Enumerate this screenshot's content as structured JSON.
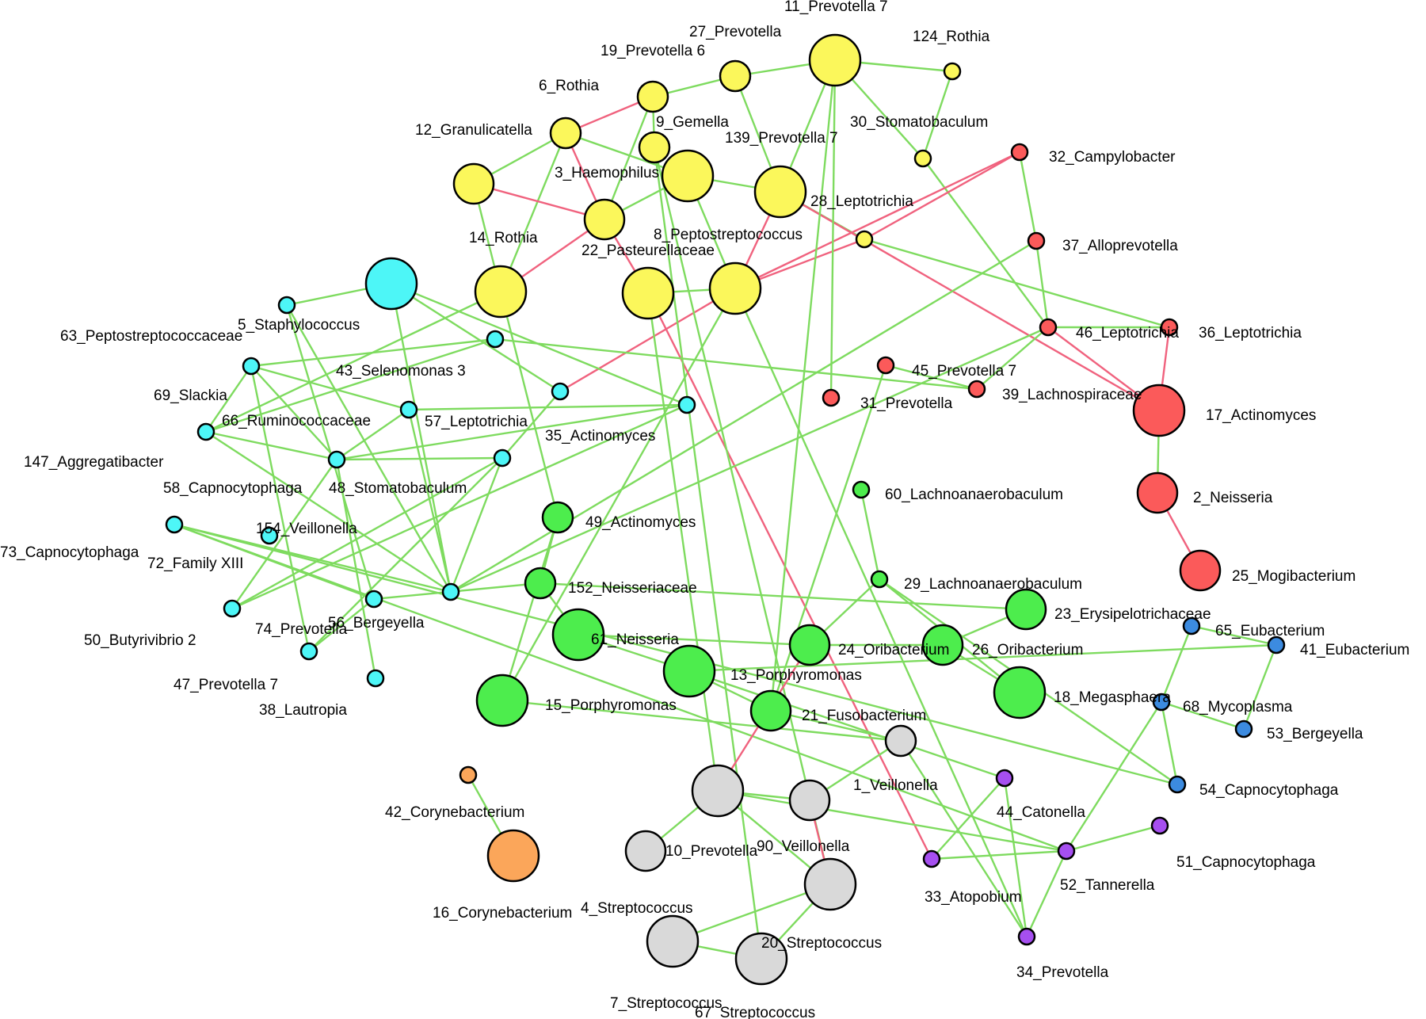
{
  "colors": {
    "positive_edge": "#7edb5f",
    "negative_edge": "#f0627e",
    "yellow_module": "#fbf75b",
    "red_module": "#fb5a5a",
    "cyan_module": "#4df6f7",
    "green_module": "#4ded4d",
    "blue_module": "#3c8be0",
    "gray_module": "#d9d9d9",
    "purple_module": "#a64ff0",
    "orange_module": "#fba65a"
  },
  "nodes": [
    {
      "id": "n11",
      "label": "11_Prevotella 7",
      "module": "yellow",
      "size": "large"
    },
    {
      "id": "n27",
      "label": "27_Prevotella",
      "module": "yellow",
      "size": "small"
    },
    {
      "id": "n124",
      "label": "124_Rothia",
      "module": "yellow",
      "size": "tiny"
    },
    {
      "id": "n19",
      "label": "19_Prevotella 6",
      "module": "yellow",
      "size": "small"
    },
    {
      "id": "n6",
      "label": "6_Rothia",
      "module": "yellow",
      "size": "small"
    },
    {
      "id": "n9",
      "label": "9_Gemella",
      "module": "yellow",
      "size": "small"
    },
    {
      "id": "n12",
      "label": "12_Granulicatella",
      "module": "yellow",
      "size": "medium"
    },
    {
      "id": "n30",
      "label": "30_Stomatobaculum",
      "module": "yellow",
      "size": "tiny"
    },
    {
      "id": "n139",
      "label": "139_Prevotella 7",
      "module": "yellow",
      "size": "large"
    },
    {
      "id": "n3",
      "label": "3_Haemophilus",
      "module": "yellow",
      "size": "large"
    },
    {
      "id": "n14",
      "label": "14_Rothia",
      "module": "yellow",
      "size": "large"
    },
    {
      "id": "n28",
      "label": "28_Leptotrichia",
      "module": "yellow",
      "size": "tiny"
    },
    {
      "id": "n22",
      "label": "22_Pasteurellaceae",
      "module": "yellow",
      "size": "medium"
    },
    {
      "id": "n8",
      "label": "8_Peptostreptococcus",
      "module": "yellow",
      "size": "large"
    },
    {
      "id": "n5",
      "label": "5_Staphylococcus",
      "module": "yellow",
      "size": "large"
    },
    {
      "id": "n63",
      "label": "63_Peptostreptococcaceae",
      "module": "cyan",
      "size": "tiny"
    },
    {
      "id": "n43",
      "label": "43_Selenomonas 3",
      "module": "cyan",
      "size": "large"
    },
    {
      "id": "n69",
      "label": "69_Slackia",
      "module": "cyan",
      "size": "tiny"
    },
    {
      "id": "n66",
      "label": "66_Ruminococcaceae",
      "module": "cyan",
      "size": "tiny"
    },
    {
      "id": "n57",
      "label": "57_Leptotrichia",
      "module": "cyan",
      "size": "tiny"
    },
    {
      "id": "n35",
      "label": "35_Actinomyces",
      "module": "cyan",
      "size": "tiny"
    },
    {
      "id": "n147",
      "label": "147_Aggregatibacter",
      "module": "cyan",
      "size": "tiny"
    },
    {
      "id": "n58",
      "label": "58_Capnocytophaga",
      "module": "cyan",
      "size": "tiny"
    },
    {
      "id": "n48",
      "label": "48_Stomatobaculum",
      "module": "cyan",
      "size": "tiny"
    },
    {
      "id": "n154",
      "label": "154_Veillonella",
      "module": "cyan",
      "size": "tiny"
    },
    {
      "id": "n73",
      "label": "73_Capnocytophaga",
      "module": "cyan",
      "size": "tiny"
    },
    {
      "id": "n72",
      "label": "72_Family XIII",
      "module": "cyan",
      "size": "tiny"
    },
    {
      "id": "n50",
      "label": "50_Butyrivibrio 2",
      "module": "cyan",
      "size": "tiny"
    },
    {
      "id": "n74",
      "label": "74_Prevotella",
      "module": "cyan",
      "size": "tiny"
    },
    {
      "id": "n56",
      "label": "56_Bergeyella",
      "module": "cyan",
      "size": "tiny"
    },
    {
      "id": "n47",
      "label": "47_Prevotella 7",
      "module": "cyan",
      "size": "tiny"
    },
    {
      "id": "n38",
      "label": "38_Lautropia",
      "module": "cyan",
      "size": "tiny"
    },
    {
      "id": "n32",
      "label": "32_Campylobacter",
      "module": "red",
      "size": "tiny"
    },
    {
      "id": "n37",
      "label": "37_Alloprevotella",
      "module": "red",
      "size": "tiny"
    },
    {
      "id": "n46",
      "label": "46_Leptotrichia",
      "module": "red",
      "size": "tiny"
    },
    {
      "id": "n36",
      "label": "36_Leptotrichia",
      "module": "red",
      "size": "tiny"
    },
    {
      "id": "n45",
      "label": "45_Prevotella 7",
      "module": "red",
      "size": "tiny"
    },
    {
      "id": "n31",
      "label": "31_Prevotella",
      "module": "red",
      "size": "tiny"
    },
    {
      "id": "n39",
      "label": "39_Lachnospiraceae",
      "module": "red",
      "size": "tiny"
    },
    {
      "id": "n17",
      "label": "17_Actinomyces",
      "module": "red",
      "size": "large"
    },
    {
      "id": "n2",
      "label": "2_Neisseria",
      "module": "red",
      "size": "medium"
    },
    {
      "id": "n25",
      "label": "25_Mogibacterium",
      "module": "red",
      "size": "medium"
    },
    {
      "id": "n60",
      "label": "60_Lachnoanaerobaculum",
      "module": "green",
      "size": "tiny"
    },
    {
      "id": "n49",
      "label": "49_Actinomyces",
      "module": "green",
      "size": "small"
    },
    {
      "id": "n29",
      "label": "29_Lachnoanaerobaculum",
      "module": "green",
      "size": "tiny"
    },
    {
      "id": "n152",
      "label": "152_Neisseriaceae",
      "module": "green",
      "size": "small"
    },
    {
      "id": "n23",
      "label": "23_Erysipelotrichaceae",
      "module": "green",
      "size": "medium"
    },
    {
      "id": "n61",
      "label": "61_Neisseria",
      "module": "green",
      "size": "large"
    },
    {
      "id": "n24",
      "label": "24_Oribacterium",
      "module": "green",
      "size": "medium"
    },
    {
      "id": "n26",
      "label": "26_Oribacterium",
      "module": "green",
      "size": "medium"
    },
    {
      "id": "n13",
      "label": "13_Porphyromonas",
      "module": "green",
      "size": "large"
    },
    {
      "id": "n15",
      "label": "15_Porphyromonas",
      "module": "green",
      "size": "large"
    },
    {
      "id": "n18",
      "label": "18_Megasphaera",
      "module": "green",
      "size": "large"
    },
    {
      "id": "n21",
      "label": "21_Fusobacterium",
      "module": "green",
      "size": "medium"
    },
    {
      "id": "n65",
      "label": "65_Eubacterium",
      "module": "blue",
      "size": "tiny"
    },
    {
      "id": "n41",
      "label": "41_Eubacterium",
      "module": "blue",
      "size": "tiny"
    },
    {
      "id": "n68",
      "label": "68_Mycoplasma",
      "module": "blue",
      "size": "tiny"
    },
    {
      "id": "n53",
      "label": "53_Bergeyella",
      "module": "blue",
      "size": "tiny"
    },
    {
      "id": "n54",
      "label": "54_Capnocytophaga",
      "module": "blue",
      "size": "tiny"
    },
    {
      "id": "n1",
      "label": "1_Veillonella",
      "module": "gray",
      "size": "small"
    },
    {
      "id": "n10",
      "label": "10_Prevotella",
      "module": "gray",
      "size": "large"
    },
    {
      "id": "n90",
      "label": "90_Veillonella",
      "module": "gray",
      "size": "medium"
    },
    {
      "id": "n4",
      "label": "4_Streptococcus",
      "module": "gray",
      "size": "medium"
    },
    {
      "id": "n20",
      "label": "20_Streptococcus",
      "module": "gray",
      "size": "large"
    },
    {
      "id": "n7",
      "label": "7_Streptococcus",
      "module": "gray",
      "size": "large"
    },
    {
      "id": "n67",
      "label": "67_Streptococcus",
      "module": "gray",
      "size": "large"
    },
    {
      "id": "n44",
      "label": "44_Catonella",
      "module": "purple",
      "size": "tiny"
    },
    {
      "id": "n51",
      "label": "51_Capnocytophaga",
      "module": "purple",
      "size": "tiny"
    },
    {
      "id": "n33",
      "label": "33_Atopobium",
      "module": "purple",
      "size": "tiny"
    },
    {
      "id": "n52",
      "label": "52_Tannerella",
      "module": "purple",
      "size": "tiny"
    },
    {
      "id": "n34",
      "label": "34_Prevotella",
      "module": "purple",
      "size": "tiny"
    },
    {
      "id": "n42",
      "label": "42_Corynebacterium",
      "module": "orange",
      "size": "tiny"
    },
    {
      "id": "n16",
      "label": "16_Corynebacterium",
      "module": "orange",
      "size": "large"
    }
  ],
  "edges": [
    {
      "source": "n11",
      "target": "n27",
      "sign": "positive"
    },
    {
      "source": "n11",
      "target": "n124",
      "sign": "positive"
    },
    {
      "source": "n11",
      "target": "n30",
      "sign": "positive"
    },
    {
      "source": "n11",
      "target": "n139",
      "sign": "positive"
    },
    {
      "source": "n27",
      "target": "n19",
      "sign": "positive"
    },
    {
      "source": "n27",
      "target": "n139",
      "sign": "positive"
    },
    {
      "source": "n19",
      "target": "n6",
      "sign": "negative"
    },
    {
      "source": "n19",
      "target": "n9",
      "sign": "positive"
    },
    {
      "source": "n19",
      "target": "n22",
      "sign": "positive"
    },
    {
      "source": "n6",
      "target": "n12",
      "sign": "positive"
    },
    {
      "source": "n6",
      "target": "n3",
      "sign": "positive"
    },
    {
      "source": "n6",
      "target": "n22",
      "sign": "negative"
    },
    {
      "source": "n6",
      "target": "n14",
      "sign": "positive"
    },
    {
      "source": "n12",
      "target": "n22",
      "sign": "negative"
    },
    {
      "source": "n12",
      "target": "n14",
      "sign": "positive"
    },
    {
      "source": "n3",
      "target": "n22",
      "sign": "positive"
    },
    {
      "source": "n3",
      "target": "n139",
      "sign": "positive"
    },
    {
      "source": "n3",
      "target": "n8",
      "sign": "positive"
    },
    {
      "source": "n139",
      "target": "n8",
      "sign": "negative"
    },
    {
      "source": "n139",
      "target": "n28",
      "sign": "positive"
    },
    {
      "source": "n139",
      "target": "n17",
      "sign": "negative"
    },
    {
      "source": "n124",
      "target": "n30",
      "sign": "positive"
    },
    {
      "source": "n30",
      "target": "n46",
      "sign": "positive"
    },
    {
      "source": "n28",
      "target": "n36",
      "sign": "positive"
    },
    {
      "source": "n8",
      "target": "n32",
      "sign": "negative"
    },
    {
      "source": "n8",
      "target": "n28",
      "sign": "negative"
    },
    {
      "source": "n8",
      "target": "n35",
      "sign": "negative"
    },
    {
      "source": "n8",
      "target": "n15",
      "sign": "positive"
    },
    {
      "source": "n8",
      "target": "n34",
      "sign": "positive"
    },
    {
      "source": "n22",
      "target": "n14",
      "sign": "negative"
    },
    {
      "source": "n22",
      "target": "n5",
      "sign": "negative"
    },
    {
      "source": "n5",
      "target": "n8",
      "sign": "positive"
    },
    {
      "source": "n5",
      "target": "n33",
      "sign": "negative"
    },
    {
      "source": "n5",
      "target": "n10",
      "sign": "positive"
    },
    {
      "source": "n14",
      "target": "n49",
      "sign": "positive"
    },
    {
      "source": "n9",
      "target": "n20",
      "sign": "positive"
    },
    {
      "source": "n9",
      "target": "n67",
      "sign": "positive"
    },
    {
      "source": "n11",
      "target": "n21",
      "sign": "positive"
    },
    {
      "source": "n11",
      "target": "n31",
      "sign": "positive"
    },
    {
      "source": "n32",
      "target": "n37",
      "sign": "positive"
    },
    {
      "source": "n32",
      "target": "n28",
      "sign": "negative"
    },
    {
      "source": "n37",
      "target": "n46",
      "sign": "positive"
    },
    {
      "source": "n37",
      "target": "n72",
      "sign": "positive"
    },
    {
      "source": "n46",
      "target": "n17",
      "sign": "negative"
    },
    {
      "source": "n46",
      "target": "n36",
      "sign": "positive"
    },
    {
      "source": "n46",
      "target": "n45",
      "sign": "positive"
    },
    {
      "source": "n36",
      "target": "n17",
      "sign": "negative"
    },
    {
      "source": "n17",
      "target": "n2",
      "sign": "positive"
    },
    {
      "source": "n2",
      "target": "n25",
      "sign": "negative"
    },
    {
      "source": "n45",
      "target": "n39",
      "sign": "positive"
    },
    {
      "source": "n45",
      "target": "n57",
      "sign": "positive"
    },
    {
      "source": "n39",
      "target": "n21",
      "sign": "positive"
    },
    {
      "source": "n43",
      "target": "n63",
      "sign": "positive"
    },
    {
      "source": "n43",
      "target": "n35",
      "sign": "positive"
    },
    {
      "source": "n43",
      "target": "n48",
      "sign": "positive"
    },
    {
      "source": "n43",
      "target": "n72",
      "sign": "positive"
    },
    {
      "source": "n63",
      "target": "n72",
      "sign": "positive"
    },
    {
      "source": "n63",
      "target": "n56",
      "sign": "positive"
    },
    {
      "source": "n69",
      "target": "n66",
      "sign": "positive"
    },
    {
      "source": "n69",
      "target": "n147",
      "sign": "positive"
    },
    {
      "source": "n69",
      "target": "n57",
      "sign": "positive"
    },
    {
      "source": "n69",
      "target": "n58",
      "sign": "positive"
    },
    {
      "source": "n69",
      "target": "n74",
      "sign": "positive"
    },
    {
      "source": "n66",
      "target": "n147",
      "sign": "positive"
    },
    {
      "source": "n66",
      "target": "n57",
      "sign": "positive"
    },
    {
      "source": "n66",
      "target": "n72",
      "sign": "positive"
    },
    {
      "source": "n66",
      "target": "n14",
      "sign": "positive"
    },
    {
      "source": "n147",
      "target": "n58",
      "sign": "positive"
    },
    {
      "source": "n147",
      "target": "n48",
      "sign": "positive"
    },
    {
      "source": "n147",
      "target": "n154",
      "sign": "positive"
    },
    {
      "source": "n147",
      "target": "n50",
      "sign": "positive"
    },
    {
      "source": "n147",
      "target": "n38",
      "sign": "positive"
    },
    {
      "source": "n58",
      "target": "n48",
      "sign": "positive"
    },
    {
      "source": "n58",
      "target": "n72",
      "sign": "positive"
    },
    {
      "source": "n154",
      "target": "n72",
      "sign": "positive"
    },
    {
      "source": "n154",
      "target": "n50",
      "sign": "positive"
    },
    {
      "source": "n154",
      "target": "n74",
      "sign": "positive"
    },
    {
      "source": "n154",
      "target": "n35",
      "sign": "positive"
    },
    {
      "source": "n73",
      "target": "n72",
      "sign": "positive"
    },
    {
      "source": "n73",
      "target": "n54",
      "sign": "positive"
    },
    {
      "source": "n73",
      "target": "n52",
      "sign": "positive"
    },
    {
      "source": "n73",
      "target": "n56",
      "sign": "positive"
    },
    {
      "source": "n56",
      "target": "n152",
      "sign": "positive"
    },
    {
      "source": "n56",
      "target": "n74",
      "sign": "positive"
    },
    {
      "source": "n50",
      "target": "n48",
      "sign": "positive"
    },
    {
      "source": "n72",
      "target": "n46",
      "sign": "positive"
    },
    {
      "source": "n49",
      "target": "n15",
      "sign": "positive"
    },
    {
      "source": "n49",
      "target": "n152",
      "sign": "positive"
    },
    {
      "source": "n152",
      "target": "n61",
      "sign": "positive"
    },
    {
      "source": "n152",
      "target": "n23",
      "sign": "positive"
    },
    {
      "source": "n61",
      "target": "n13",
      "sign": "positive"
    },
    {
      "source": "n61",
      "target": "n24",
      "sign": "positive"
    },
    {
      "source": "n15",
      "target": "n1",
      "sign": "positive"
    },
    {
      "source": "n24",
      "target": "n29",
      "sign": "positive"
    },
    {
      "source": "n24",
      "target": "n26",
      "sign": "positive"
    },
    {
      "source": "n24",
      "target": "n10",
      "sign": "negative"
    },
    {
      "source": "n29",
      "target": "n60",
      "sign": "positive"
    },
    {
      "source": "n29",
      "target": "n18",
      "sign": "positive"
    },
    {
      "source": "n29",
      "target": "n54",
      "sign": "positive"
    },
    {
      "source": "n26",
      "target": "n23",
      "sign": "positive"
    },
    {
      "source": "n26",
      "target": "n18",
      "sign": "positive"
    },
    {
      "source": "n13",
      "target": "n21",
      "sign": "positive"
    },
    {
      "source": "n13",
      "target": "n44",
      "sign": "positive"
    },
    {
      "source": "n13",
      "target": "n41",
      "sign": "positive"
    },
    {
      "source": "n21",
      "target": "n1",
      "sign": "positive"
    },
    {
      "source": "n65",
      "target": "n68",
      "sign": "positive"
    },
    {
      "source": "n65",
      "target": "n41",
      "sign": "positive"
    },
    {
      "source": "n41",
      "target": "n53",
      "sign": "positive"
    },
    {
      "source": "n68",
      "target": "n53",
      "sign": "positive"
    },
    {
      "source": "n68",
      "target": "n54",
      "sign": "positive"
    },
    {
      "source": "n68",
      "target": "n52",
      "sign": "positive"
    },
    {
      "source": "n1",
      "target": "n90",
      "sign": "positive"
    },
    {
      "source": "n1",
      "target": "n34",
      "sign": "positive"
    },
    {
      "source": "n10",
      "target": "n90",
      "sign": "positive"
    },
    {
      "source": "n10",
      "target": "n4",
      "sign": "positive"
    },
    {
      "source": "n10",
      "target": "n20",
      "sign": "positive"
    },
    {
      "source": "n10",
      "target": "n52",
      "sign": "positive"
    },
    {
      "source": "n90",
      "target": "n20",
      "sign": "negative"
    },
    {
      "source": "n20",
      "target": "n67",
      "sign": "positive"
    },
    {
      "source": "n20",
      "target": "n7",
      "sign": "positive"
    },
    {
      "source": "n7",
      "target": "n67",
      "sign": "positive"
    },
    {
      "source": "n44",
      "target": "n33",
      "sign": "positive"
    },
    {
      "source": "n44",
      "target": "n34",
      "sign": "positive"
    },
    {
      "source": "n33",
      "target": "n52",
      "sign": "positive"
    },
    {
      "source": "n52",
      "target": "n51",
      "sign": "positive"
    },
    {
      "source": "n52",
      "target": "n34",
      "sign": "positive"
    },
    {
      "source": "n42",
      "target": "n16",
      "sign": "positive"
    }
  ]
}
